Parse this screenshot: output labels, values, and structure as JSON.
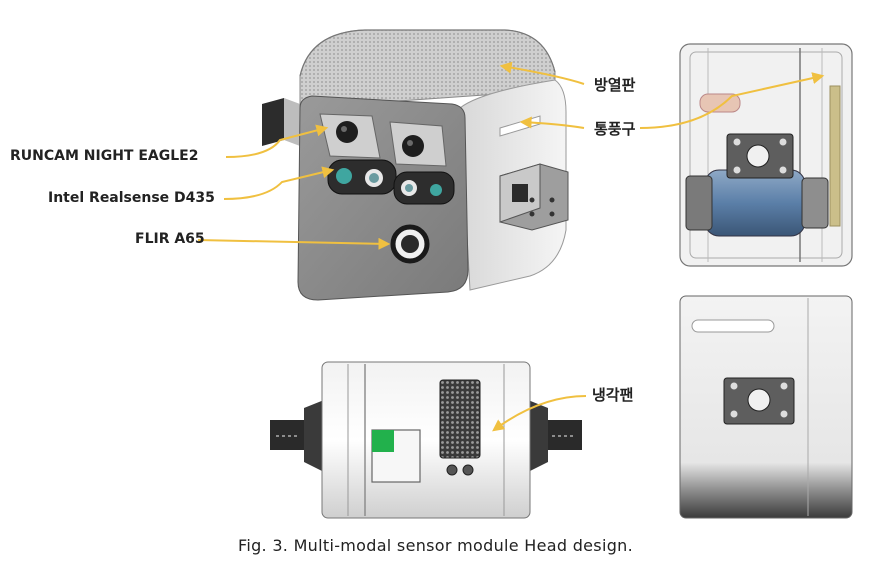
{
  "labels": {
    "runcam": "RUNCAM NIGHT EAGLE2",
    "realsense": "Intel Realsense D435",
    "flir": "FLIR A65",
    "heat_sink": "방열판",
    "vent": "통풍구",
    "cooling_fan": "냉각팬"
  },
  "caption": "Fig. 3. Multi-modal sensor module Head design.",
  "colors": {
    "callout_line": "#f0c040",
    "body_gray": "#bfbfbf",
    "front_plate": "#8c8c8c",
    "green_component": "#22b14c"
  }
}
